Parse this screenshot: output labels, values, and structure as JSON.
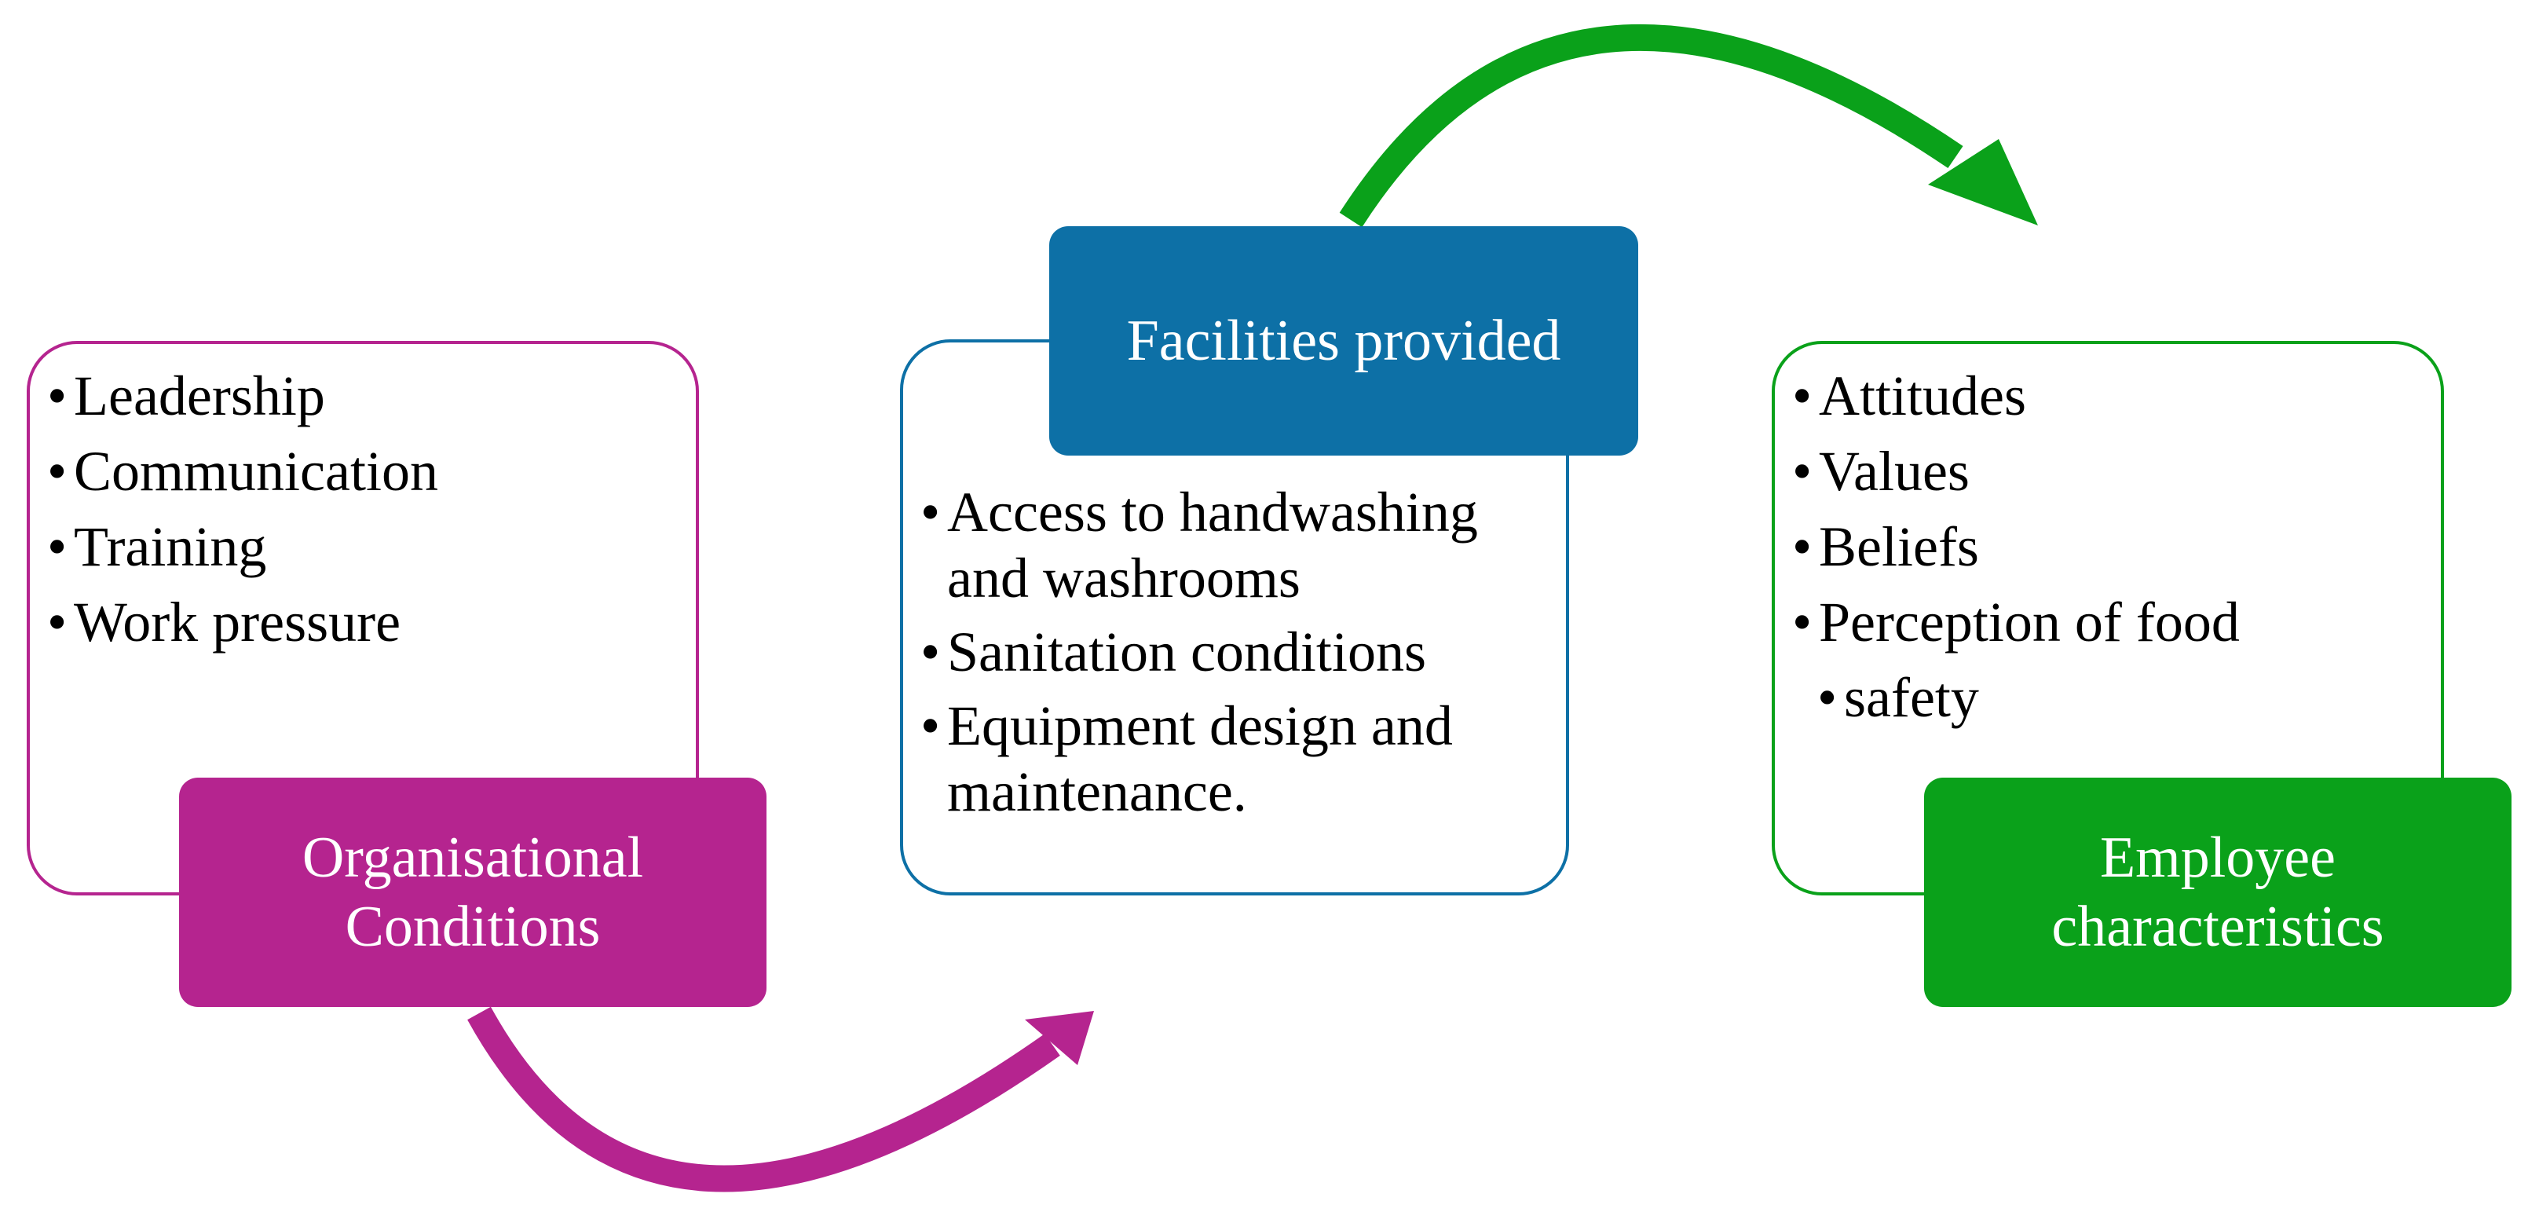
{
  "colors": {
    "organisational": "#b5248f",
    "facilities": "#0d70a6",
    "employee": "#0aa11a"
  },
  "organisational": {
    "title_lines": [
      "Organisational",
      "Conditions"
    ],
    "items": [
      "Leadership",
      "Communication",
      "Training",
      "Work pressure"
    ]
  },
  "facilities": {
    "title": "Facilities provided",
    "items": [
      [
        "Access to handwashing",
        "and washrooms"
      ],
      [
        "Sanitation conditions"
      ],
      [
        "Equipment design and",
        "maintenance."
      ]
    ]
  },
  "employee": {
    "title_lines": [
      "Employee",
      "characteristics"
    ],
    "items": [
      "Attitudes",
      "Values",
      "Beliefs",
      "Perception of food",
      "safety"
    ]
  }
}
